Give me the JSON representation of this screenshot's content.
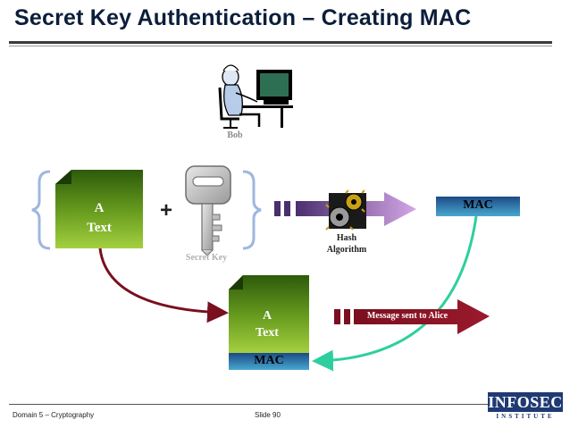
{
  "title": "Secret Key Authentication – Creating MAC",
  "bob_label": "Bob",
  "doc_top": {
    "line1": "A",
    "line2": "Text"
  },
  "plus_sign": "+",
  "secret_key_label": "Secret Key",
  "hash_label": {
    "line1": "Hash",
    "line2": "Algorithm"
  },
  "mac_top_label": "MAC",
  "doc_bottom": {
    "line1": "A",
    "line2": "Text",
    "mac": "MAC"
  },
  "message_label": "Message sent to Alice",
  "footer": {
    "left": "Domain 5 – Cryptography",
    "center": "Slide 90"
  },
  "logo": {
    "top": "INFOSEC",
    "bottom": "INSTITUTE"
  },
  "colors": {
    "title": "#0b1e3a",
    "doc_green_dark": "#2f5a0c",
    "doc_green_light": "#9ccc3a",
    "mac_blue_dark": "#1f4f8a",
    "mac_blue_light": "#3fa0c8",
    "arrow_purple": "#6a4c93",
    "arrow_maroon": "#7a1020",
    "arrow_teal": "#2ecf9f",
    "bracket_blue": "#9fb6e0",
    "logo_blue": "#1f3a73"
  },
  "icons": [
    "computer-user-icon",
    "key-icon",
    "gears-icon"
  ]
}
